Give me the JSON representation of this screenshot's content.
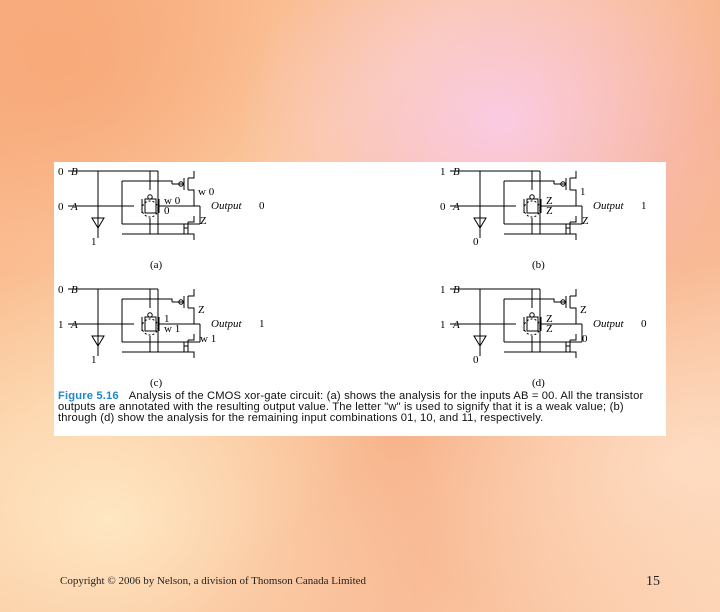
{
  "figure": {
    "panels": [
      {
        "id": "a",
        "label": "(a)",
        "b_val": "0",
        "a_val": "0",
        "not_a_val": "1",
        "b_name": "B",
        "a_name": "A",
        "t1": "w 0",
        "t2": "w 0",
        "t3": "0",
        "t4": "Z",
        "output_label": "Output",
        "output_val": "0"
      },
      {
        "id": "b",
        "label": "(b)",
        "b_val": "1",
        "a_val": "0",
        "not_a_val": "0",
        "b_name": "B",
        "a_name": "A",
        "t1": "1",
        "t2": "Z",
        "t3": "Z",
        "t4": "Z",
        "output_label": "Output",
        "output_val": "1"
      },
      {
        "id": "c",
        "label": "(c)",
        "b_val": "0",
        "a_val": "1",
        "not_a_val": "1",
        "b_name": "B",
        "a_name": "A",
        "t1": "Z",
        "t2": "1",
        "t3": "w 1",
        "t4": "w 1",
        "output_label": "Output",
        "output_val": "1"
      },
      {
        "id": "d",
        "label": "(d)",
        "b_val": "1",
        "a_val": "1",
        "not_a_val": "0",
        "b_name": "B",
        "a_name": "A",
        "t1": "Z",
        "t2": "Z",
        "t3": "Z",
        "t4": "0",
        "output_label": "Output",
        "output_val": "0"
      }
    ],
    "caption_title": "Figure 5.16",
    "caption_text": "Analysis of the CMOS xor-gate circuit: (a) shows the analysis for the inputs AB = 00. All the transistor outputs are annotated with the resulting output value. The letter \"w\" is used to signify that it is a weak value; (b) through (d) show the analysis for the remaining input combinations 01, 10, and 11, respectively."
  },
  "footer": {
    "copyright": "Copyright © 2006 by Nelson, a division of Thomson Canada Limited",
    "page_number": "15"
  }
}
